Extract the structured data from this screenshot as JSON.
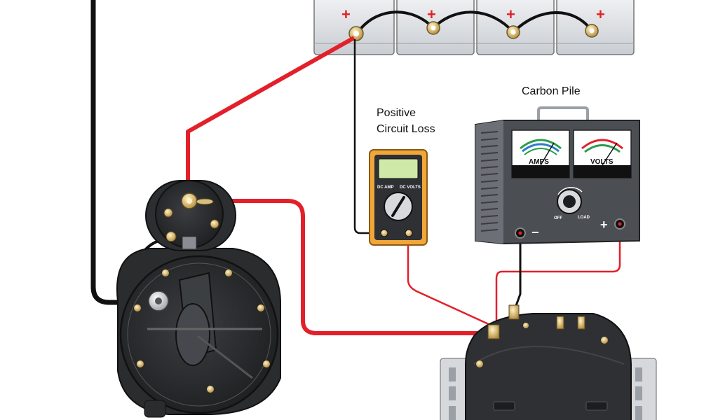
{
  "labels": {
    "carbon_pile": "Carbon Pile",
    "circuit_loss_line1": "Positive",
    "circuit_loss_line2": "Circuit Loss"
  },
  "battery": {
    "terminal_sign": "+",
    "cells": 4
  },
  "multimeter": {
    "left_jack_label": "DC AMP",
    "right_jack_label": "DC VOLTS"
  },
  "carbon_pile_tester": {
    "amps_label": "AMPS",
    "volts_label": "VOLTS",
    "knob_off_label": "OFF",
    "knob_load_label": "LOAD",
    "negative_sign": "−",
    "positive_sign": "+"
  },
  "colors": {
    "positive_wire": "#e3202a",
    "negative_wire": "#111111",
    "meter_case": "#f1a63a",
    "tester_body": "#4a4d52",
    "starter_body": "#2e3033"
  }
}
